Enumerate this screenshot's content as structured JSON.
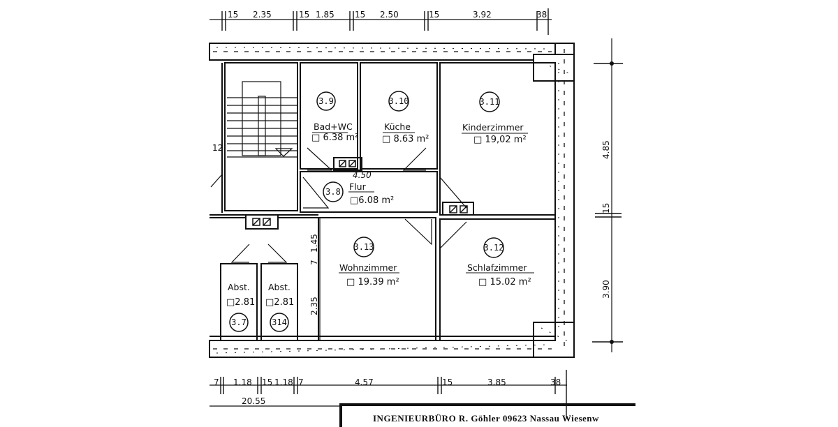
{
  "plan": {
    "top_dimensions": [
      "15",
      "2.35",
      "15",
      "1.85",
      "15",
      "2.50",
      "15",
      "3.92",
      "38"
    ],
    "bottom_dimensions": [
      "7",
      "1.18",
      "15",
      "1.18",
      "7",
      "4.57",
      "15",
      "3.85",
      "38"
    ],
    "bottom_total": "20.55",
    "right_dimensions": [
      "4.85",
      "15",
      "3.90"
    ],
    "inner_dimensions": {
      "flur_width": "4.50",
      "wohn_upper": "1.45",
      "wohn_mid": "7",
      "wohn_lower": "2.35"
    },
    "stair_label": "12",
    "rooms": [
      {
        "id": "3.9",
        "name": "Bad+WC",
        "area": "6.38",
        "unit": "m2"
      },
      {
        "id": "3.10",
        "name": "Küche",
        "area": "8.63",
        "unit": "m2"
      },
      {
        "id": "3.11",
        "name": "Kinderzimmer",
        "area": "19,02",
        "unit": "m2"
      },
      {
        "id": "3.8",
        "name": "Flur",
        "area": "6.08",
        "unit": "m2"
      },
      {
        "id": "3.13",
        "name": "Wohnzimmer",
        "area": "19.39",
        "unit": "m2"
      },
      {
        "id": "3.12",
        "name": "Schlafzimmer",
        "area": "15.02",
        "unit": "m2"
      },
      {
        "id": "3.7",
        "name": "Abst.",
        "area": "2.81",
        "unit": ""
      },
      {
        "id": "314",
        "name": "Abst.",
        "area": "2.81",
        "unit": ""
      }
    ],
    "area_symbol": "□",
    "title_block": "INGENIEURBÜRO  R. Göhler   09623 Nassau  Wiesenw"
  }
}
